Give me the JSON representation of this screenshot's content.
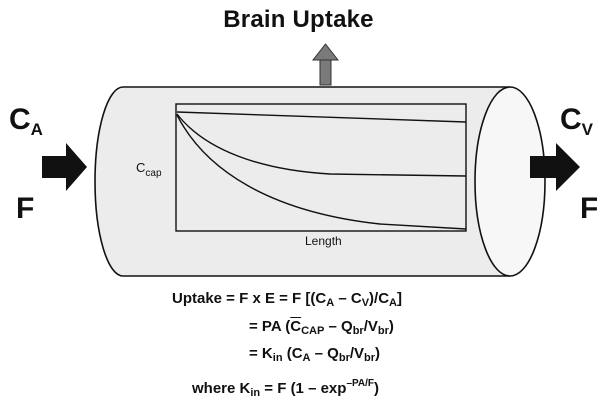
{
  "title": "Brain Uptake",
  "inflow": {
    "conc_main": "C",
    "conc_sub": "A",
    "flow": "F"
  },
  "outflow": {
    "conc_main": "C",
    "conc_sub": "V",
    "flow": "F"
  },
  "plot": {
    "ylabel_main": "C",
    "ylabel_sub": "cap",
    "xlabel": "Length",
    "curves": [
      {
        "shape": "near-linear slow decline"
      },
      {
        "shape": "moderate exponential decline"
      },
      {
        "shape": "steep exponential decline"
      }
    ]
  },
  "equations": {
    "line1": {
      "a": "Uptake = F x E = F [(C",
      "a_sub1": "A",
      "b": " – C",
      "b_sub": "V",
      "c": ")/C",
      "c_sub": "A",
      "d": "]"
    },
    "line2": {
      "a": "= PA (",
      "c_bar": "C",
      "c_bar_sub": "CAP",
      "b": "  – Q",
      "b_sub": "br",
      "c": "/V",
      "c_sub": "br",
      "d": ")"
    },
    "line3": {
      "a": "= K",
      "a_sub": "in",
      "b": " (C",
      "b_sub": "A",
      "c": " – Q",
      "c_sub": "br",
      "d": "/V",
      "d_sub": "br",
      "e": ")"
    },
    "line4": {
      "a": "where K",
      "a_sub": "in",
      "b": " = F (1 – exp",
      "b_sup": "–PA/F",
      "c": ")"
    }
  },
  "colors": {
    "tube_fill": "#ececec",
    "tube_end": "#f7f7f7",
    "up_arrow": "#7a7a7a",
    "flow_arrow": "#111111"
  }
}
